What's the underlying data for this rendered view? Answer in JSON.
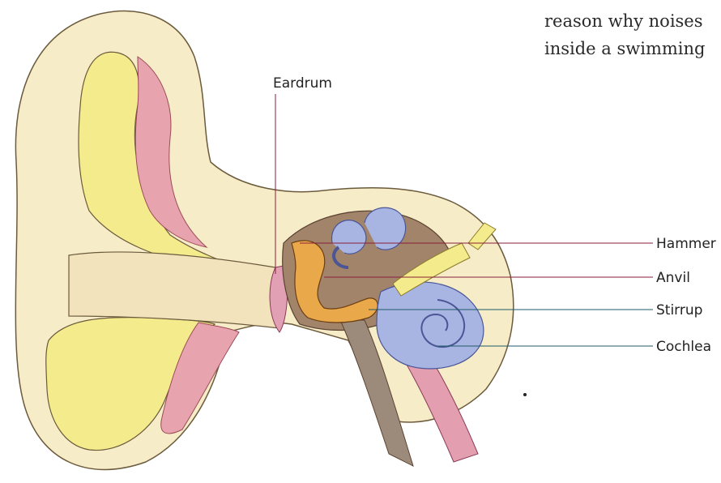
{
  "body_text": {
    "line1": "reason why noises",
    "line2": "inside a swimming"
  },
  "labels": {
    "eardrum": "Eardrum",
    "hammer": "Hammer",
    "anvil": "Anvil",
    "stirrup": "Stirrup",
    "cochlea": "Cochlea"
  },
  "colors": {
    "skin": "#f6ecc8",
    "cartilage": "#f4ec8c",
    "muscle": "#e8a4ae",
    "bone_brown": "#a2846a",
    "cochlea_blue": "#a8b4e2",
    "ossicle_orange": "#e9a84a",
    "leader_line": "#8a1f3a"
  }
}
